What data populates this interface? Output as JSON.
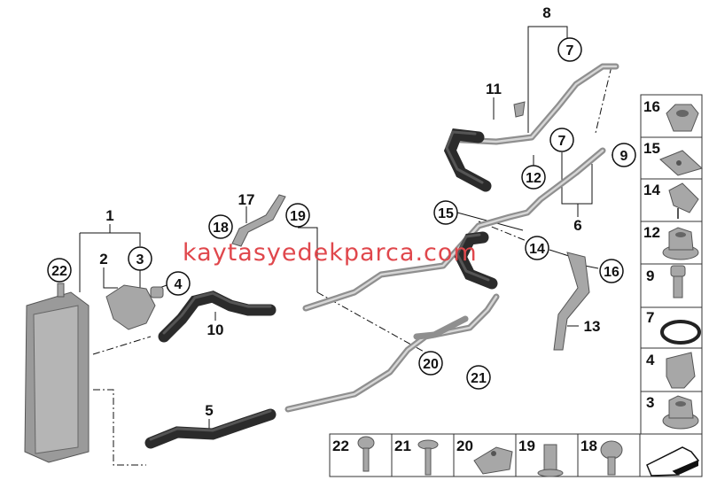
{
  "diagram": {
    "callouts_circled": [
      "7",
      "7",
      "9",
      "12",
      "15",
      "14",
      "16",
      "18",
      "19",
      "22",
      "3",
      "4",
      "20",
      "21"
    ],
    "callouts_plain": [
      "8",
      "11",
      "17",
      "1",
      "2",
      "10",
      "5",
      "6",
      "13"
    ]
  },
  "legend_column": {
    "items": [
      {
        "number": "16",
        "icon": "hex-nut-icon"
      },
      {
        "number": "15",
        "icon": "clip-nut-icon"
      },
      {
        "number": "14",
        "icon": "hose-clip-icon"
      },
      {
        "number": "12",
        "icon": "collar-nut-icon"
      },
      {
        "number": "9",
        "icon": "hex-bolt-icon"
      },
      {
        "number": "7",
        "icon": "o-ring-icon"
      },
      {
        "number": "4",
        "icon": "connector-clip-icon"
      },
      {
        "number": "3",
        "icon": "flange-nut-icon"
      }
    ]
  },
  "legend_row": {
    "items": [
      {
        "number": "22",
        "icon": "torx-screw-icon"
      },
      {
        "number": "21",
        "icon": "hex-bolt-long-icon"
      },
      {
        "number": "20",
        "icon": "pipe-holder-icon"
      },
      {
        "number": "19",
        "icon": "rivet-nut-icon"
      },
      {
        "number": "18",
        "icon": "pan-head-screw-icon"
      }
    ],
    "corner_icon": "arrow-direction-icon"
  },
  "watermark": "kaytasyedekparca.com",
  "colors": {
    "watermark": "#e0474c",
    "metal": "#a7a7a7",
    "hose": "#2b2b2b"
  }
}
